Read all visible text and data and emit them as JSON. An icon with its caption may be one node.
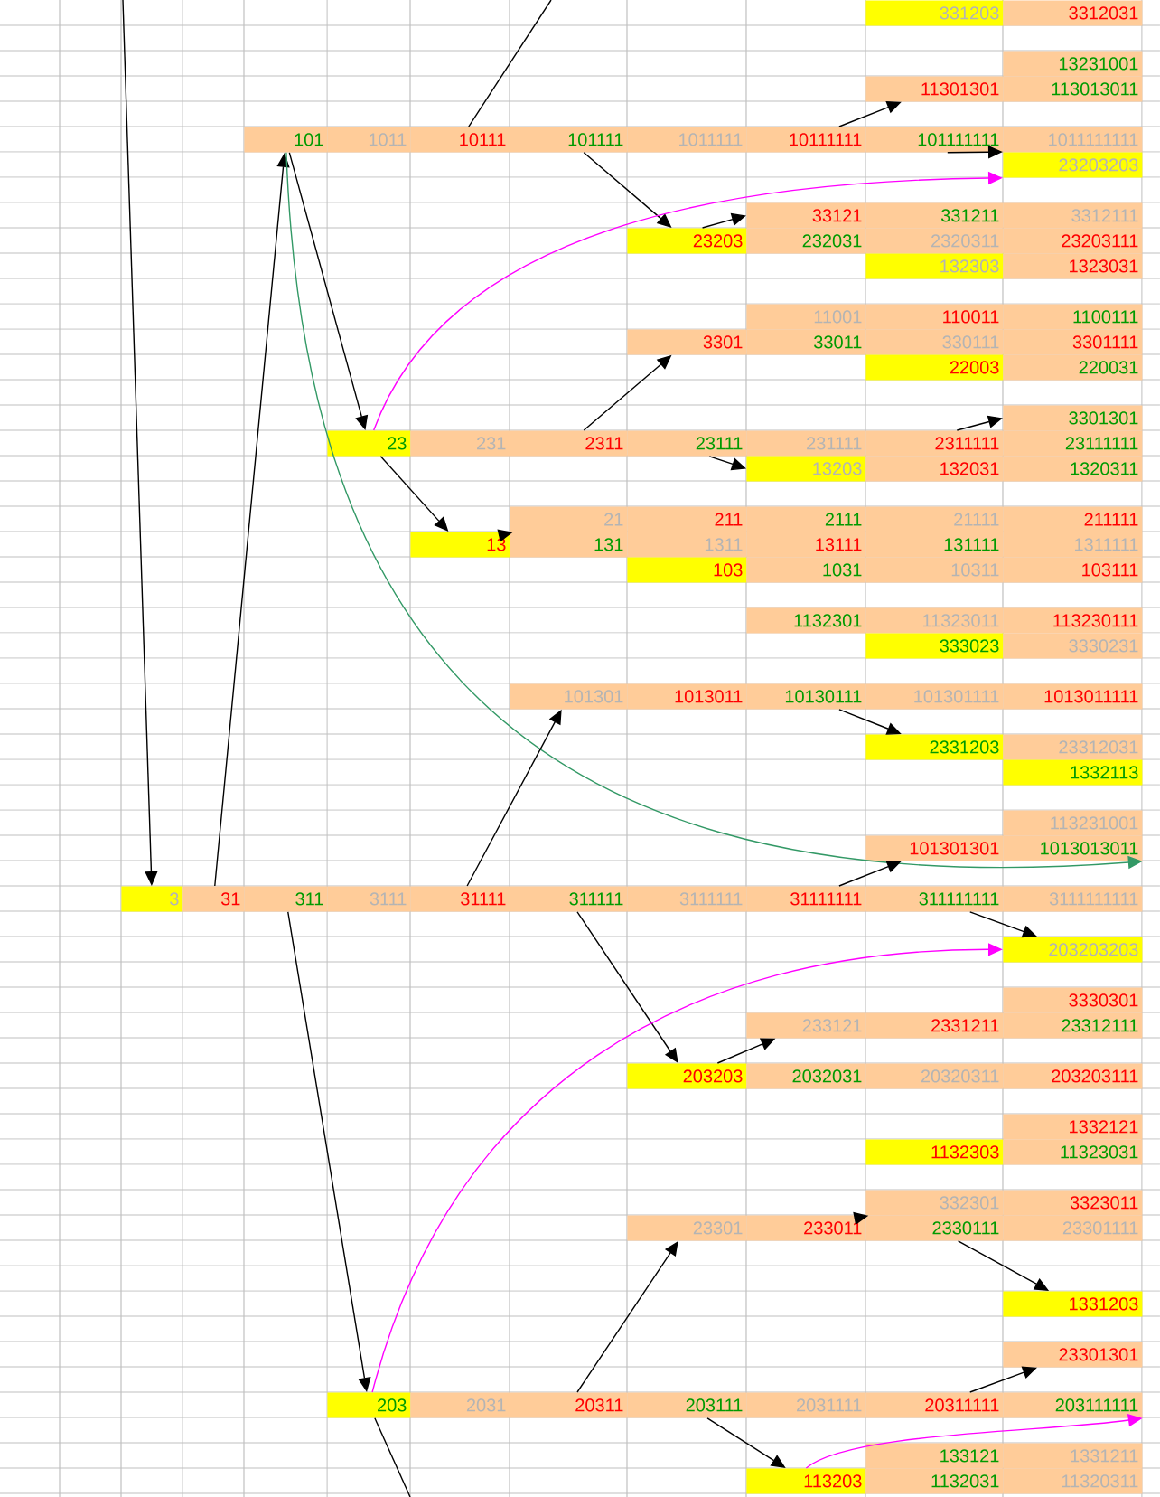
{
  "diagram": {
    "nodes": [
      {
        "text": [
          "331203"
        ]
      },
      {
        "text": [
          "3312031"
        ]
      },
      {
        "text": [
          "13231001"
        ]
      },
      {
        "text": [
          "11301301"
        ]
      },
      {
        "text": [
          "113013011"
        ]
      },
      {
        "text": [
          "101"
        ]
      },
      {
        "text": [
          "1011"
        ]
      },
      {
        "text": [
          "10111"
        ]
      },
      {
        "text": [
          "101111"
        ]
      },
      {
        "text": [
          "1011111"
        ]
      },
      {
        "text": [
          "10111111"
        ]
      },
      {
        "text": [
          "101111111"
        ]
      },
      {
        "text": [
          "1011111111"
        ]
      },
      {
        "text": [
          "23203203"
        ]
      },
      {
        "text": [
          "33121"
        ]
      },
      {
        "text": [
          "331211"
        ]
      },
      {
        "text": [
          "3312111"
        ]
      },
      {
        "text": [
          "23203"
        ]
      },
      {
        "text": [
          "232031"
        ]
      },
      {
        "text": [
          "2320311"
        ]
      },
      {
        "text": [
          "23203111"
        ]
      },
      {
        "text": [
          "132303"
        ]
      },
      {
        "text": [
          "1323031"
        ]
      },
      {
        "text": [
          "11001"
        ]
      },
      {
        "text": [
          "110011"
        ]
      },
      {
        "text": [
          "1100111"
        ]
      },
      {
        "text": [
          "3301"
        ]
      },
      {
        "text": [
          "33011"
        ]
      },
      {
        "text": [
          "330111"
        ]
      },
      {
        "text": [
          "3301111"
        ]
      },
      {
        "text": [
          "22003"
        ]
      },
      {
        "text": [
          "220031"
        ]
      },
      {
        "text": [
          "3301301"
        ]
      },
      {
        "text": [
          "23"
        ]
      },
      {
        "text": [
          "231"
        ]
      },
      {
        "text": [
          "2311"
        ]
      },
      {
        "text": [
          "23111"
        ]
      },
      {
        "text": [
          "231111"
        ]
      },
      {
        "text": [
          "2311111"
        ]
      },
      {
        "text": [
          "23111111"
        ]
      },
      {
        "text": [
          "13203"
        ]
      },
      {
        "text": [
          "132031"
        ]
      },
      {
        "text": [
          "1320311"
        ]
      },
      {
        "text": [
          "21"
        ]
      },
      {
        "text": [
          "211"
        ]
      },
      {
        "text": [
          "2111"
        ]
      },
      {
        "text": [
          "21111"
        ]
      },
      {
        "text": [
          "211111"
        ]
      },
      {
        "text": [
          "13"
        ]
      },
      {
        "text": [
          "131"
        ]
      },
      {
        "text": [
          "1311"
        ]
      },
      {
        "text": [
          "13111"
        ]
      },
      {
        "text": [
          "131111"
        ]
      },
      {
        "text": [
          "1311111"
        ]
      },
      {
        "text": [
          "103"
        ]
      },
      {
        "text": [
          "1031"
        ]
      },
      {
        "text": [
          "10311"
        ]
      },
      {
        "text": [
          "103111"
        ]
      },
      {
        "text": [
          "1132301"
        ]
      },
      {
        "text": [
          "11323011"
        ]
      },
      {
        "text": [
          "113230111"
        ]
      },
      {
        "text": [
          "333023"
        ]
      },
      {
        "text": [
          "3330231"
        ]
      },
      {
        "text": [
          "101301"
        ]
      },
      {
        "text": [
          "1013011"
        ]
      },
      {
        "text": [
          "10130111"
        ]
      },
      {
        "text": [
          "101301111"
        ]
      },
      {
        "text": [
          "1013011111"
        ]
      },
      {
        "text": [
          "2331203"
        ]
      },
      {
        "text": [
          "23312031"
        ]
      },
      {
        "text": [
          "1332113"
        ]
      },
      {
        "text": [
          "113231001"
        ]
      },
      {
        "text": [
          "101301301"
        ]
      },
      {
        "text": [
          "1013013011"
        ]
      },
      {
        "text": [
          "3"
        ]
      },
      {
        "text": [
          "31"
        ]
      },
      {
        "text": [
          "311"
        ]
      },
      {
        "text": [
          "3111"
        ]
      },
      {
        "text": [
          "31111"
        ]
      },
      {
        "text": [
          "311111"
        ]
      },
      {
        "text": [
          "3111111"
        ]
      },
      {
        "text": [
          "31111111"
        ]
      },
      {
        "text": [
          "311111111"
        ]
      },
      {
        "text": [
          "3111111111"
        ]
      },
      {
        "text": [
          "203203203"
        ]
      },
      {
        "text": [
          "3330301"
        ]
      },
      {
        "text": [
          "233121"
        ]
      },
      {
        "text": [
          "2331211"
        ]
      },
      {
        "text": [
          "23312111"
        ]
      },
      {
        "text": [
          "203203"
        ]
      },
      {
        "text": [
          "2032031"
        ]
      },
      {
        "text": [
          "20320311"
        ]
      },
      {
        "text": [
          "203203111"
        ]
      },
      {
        "text": [
          "1332121"
        ]
      },
      {
        "text": [
          "1132303"
        ]
      },
      {
        "text": [
          "11323031"
        ]
      },
      {
        "text": [
          "332301"
        ]
      },
      {
        "text": [
          "3323011"
        ]
      },
      {
        "text": [
          "23301"
        ]
      },
      {
        "text": [
          "233011"
        ]
      },
      {
        "text": [
          "2330111"
        ]
      },
      {
        "text": [
          "23301111"
        ]
      },
      {
        "text": [
          "1331203"
        ]
      },
      {
        "text": [
          "23301301"
        ]
      },
      {
        "text": [
          "203"
        ]
      },
      {
        "text": [
          "2031"
        ]
      },
      {
        "text": [
          "20311"
        ]
      },
      {
        "text": [
          "203111"
        ]
      },
      {
        "text": [
          "2031111"
        ]
      },
      {
        "text": [
          "20311111"
        ]
      },
      {
        "text": [
          "203111111"
        ]
      },
      {
        "text": [
          "133121"
        ]
      },
      {
        "text": [
          "1331211"
        ]
      },
      {
        "text": [
          "113203"
        ]
      },
      {
        "text": [
          "1132031"
        ]
      },
      {
        "text": [
          "11320311"
        ]
      }
    ],
    "edges": [
      {
        "from": null,
        "to": 74,
        "arrow": "to"
      },
      {
        "from": 75,
        "to": 5,
        "arrow": "to"
      },
      {
        "from": 5,
        "to": 33,
        "arrow": "to"
      },
      {
        "from": 5,
        "to": 73,
        "arrow": "to",
        "color": "#339966"
      },
      {
        "from": 7,
        "to": null,
        "arrow": "none"
      },
      {
        "from": 8,
        "to": 17,
        "arrow": "to"
      },
      {
        "from": 10,
        "to": 3,
        "arrow": "to"
      },
      {
        "from": 11,
        "to": 13,
        "arrow": "to"
      },
      {
        "from": 33,
        "to": 13,
        "arrow": "to",
        "color": "#ff00ff"
      },
      {
        "from": 33,
        "to": 48,
        "arrow": "to"
      },
      {
        "from": 17,
        "to": 14,
        "arrow": "to"
      },
      {
        "from": 35,
        "to": 26,
        "arrow": "to"
      },
      {
        "from": 36,
        "to": 40,
        "arrow": "to"
      },
      {
        "from": 38,
        "to": 32,
        "arrow": "to"
      },
      {
        "from": 48,
        "to": 43,
        "arrow": "to"
      },
      {
        "from": 78,
        "to": 63,
        "arrow": "to"
      },
      {
        "from": 65,
        "to": 68,
        "arrow": "to"
      },
      {
        "from": 81,
        "to": 72,
        "arrow": "to"
      },
      {
        "from": 82,
        "to": 84,
        "arrow": "to"
      },
      {
        "from": 79,
        "to": 89,
        "arrow": "to"
      },
      {
        "from": 76,
        "to": 104,
        "arrow": "to"
      },
      {
        "from": 89,
        "to": 86,
        "arrow": "to"
      },
      {
        "from": 99,
        "to": 96,
        "arrow": "to"
      },
      {
        "from": 100,
        "to": 102,
        "arrow": "to"
      },
      {
        "from": 106,
        "to": 98,
        "arrow": "to"
      },
      {
        "from": 109,
        "to": 103,
        "arrow": "to"
      },
      {
        "from": 107,
        "to": 113,
        "arrow": "to"
      },
      {
        "from": 104,
        "to": 84,
        "arrow": "to",
        "color": "#ff00ff"
      },
      {
        "from": 104,
        "to": null,
        "arrow": "none"
      },
      {
        "from": 113,
        "to": 110,
        "arrow": "to",
        "color": "#ff00ff"
      }
    ]
  }
}
